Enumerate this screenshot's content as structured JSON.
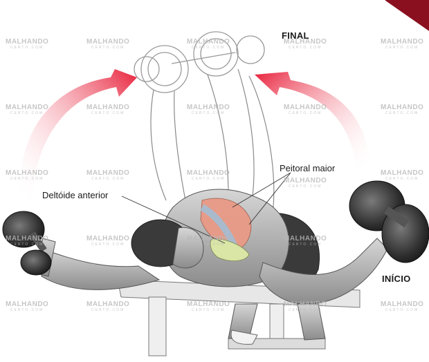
{
  "labels": {
    "final": "FINAL",
    "inicio": "INÍCIO",
    "peitoral_maior": "Peitoral maior",
    "deltoide_anterior": "Deltóide anterior"
  },
  "watermark": {
    "brand": "MALHANDO",
    "sub": "CERTO.COM"
  },
  "colors": {
    "arrow_red": "#e8203a",
    "pectoral_highlight": "#e89a86",
    "deltoid_highlight": "#d9e6a6",
    "muscle_blue": "#9fbfd9",
    "corner_badge": "#8a1020"
  }
}
